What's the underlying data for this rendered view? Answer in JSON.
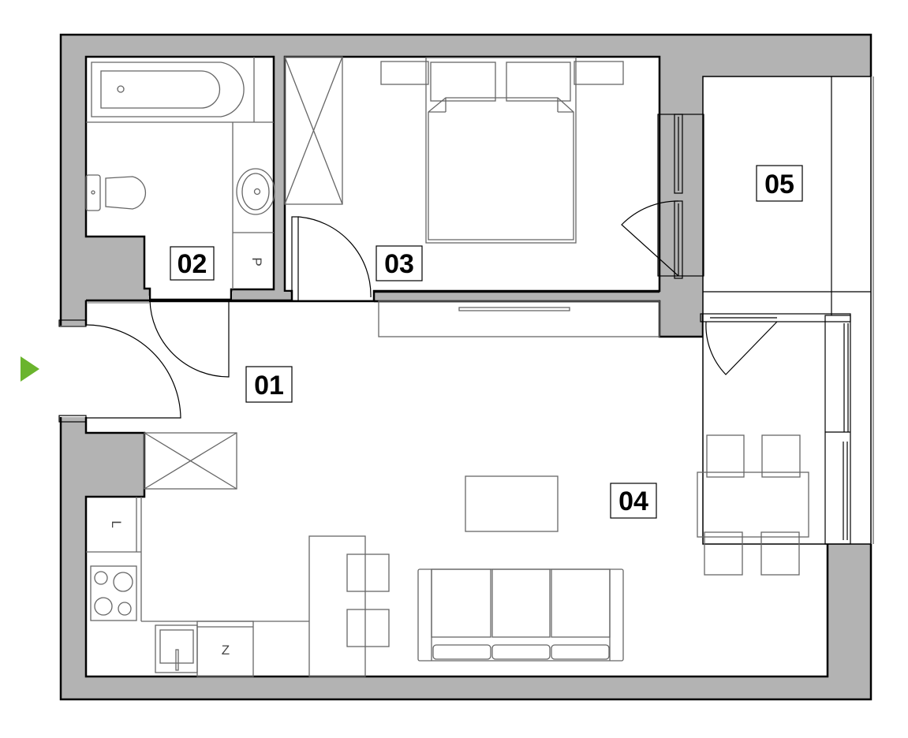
{
  "plan": {
    "rooms": [
      {
        "id": "01",
        "label": "01"
      },
      {
        "id": "02",
        "label": "02"
      },
      {
        "id": "03",
        "label": "03"
      },
      {
        "id": "04",
        "label": "04"
      },
      {
        "id": "05",
        "label": "05"
      }
    ],
    "fixture_letters": {
      "bathroom_cabinet": "P",
      "kitchen_cabinet": "L",
      "kitchen_unit": "Z"
    },
    "colors": {
      "wall": "#b3b3b3",
      "entrance_marker": "#6ab42d",
      "outline": "#000000"
    },
    "icons": {
      "entrance": "triangle-right-icon"
    }
  }
}
